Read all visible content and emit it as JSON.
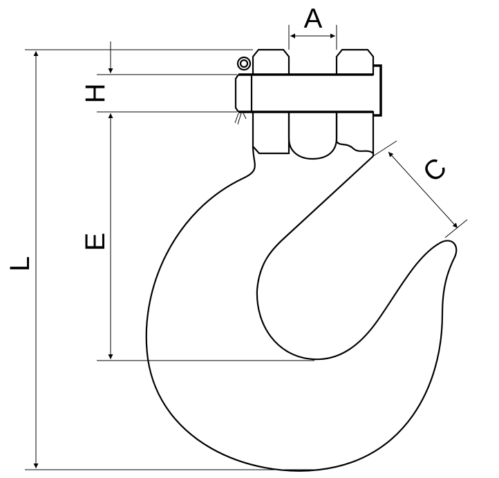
{
  "diagram": {
    "subject": "clevis-slip-hook-dimensions",
    "labels": {
      "A": "A",
      "H": "H",
      "E": "E",
      "L": "L",
      "C": "C"
    },
    "line_color": "#000000",
    "background": "#ffffff"
  }
}
